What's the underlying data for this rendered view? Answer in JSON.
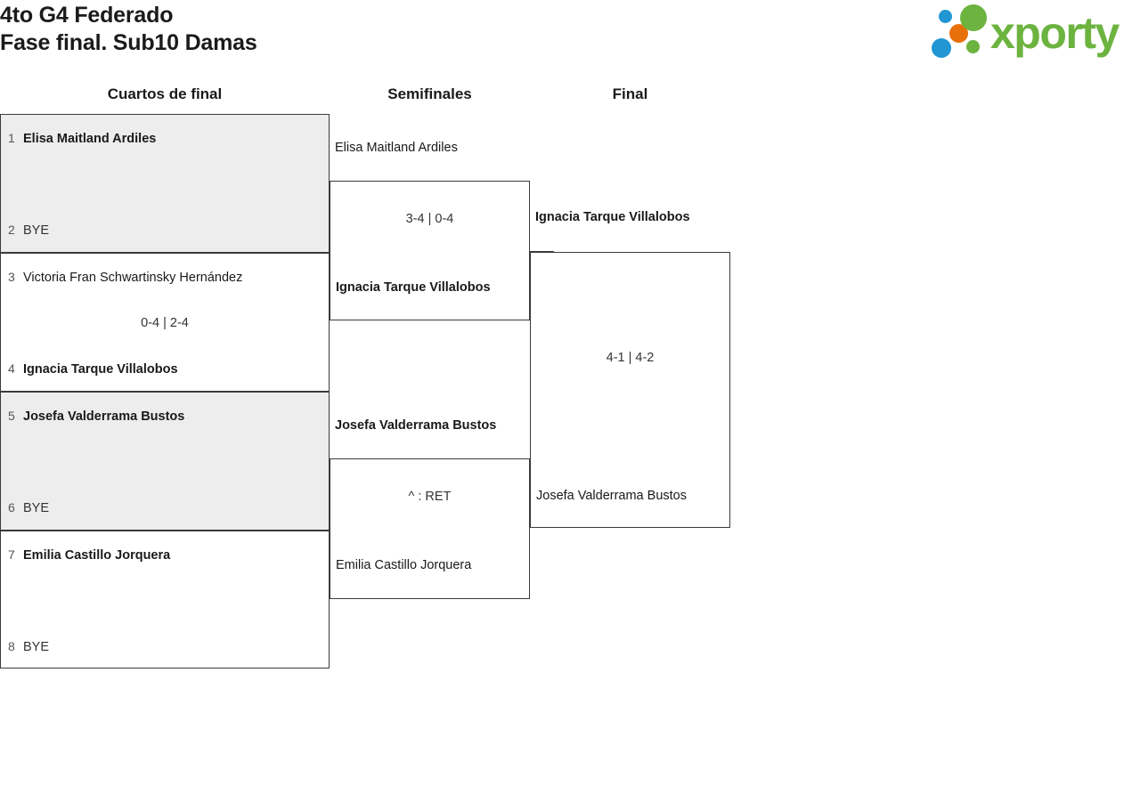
{
  "header": {
    "title_line1": "4to G4 Federado",
    "title_line2": "Fase final. Sub10 Damas",
    "logo_text": "xporty",
    "logo_colors": {
      "green": "#6cb33f",
      "orange": "#e8700a",
      "blue": "#2196d3"
    }
  },
  "columns": [
    {
      "label": "Cuartos de final"
    },
    {
      "label": "Semifinales"
    },
    {
      "label": "Final"
    }
  ],
  "rounds": {
    "quarterfinals": [
      {
        "shaded": true,
        "score": "",
        "players": [
          {
            "seed": "1",
            "name": "Elisa Maitland Ardiles",
            "result": "winner"
          },
          {
            "seed": "2",
            "name": "BYE",
            "result": "bye"
          }
        ]
      },
      {
        "shaded": false,
        "score": "0-4 | 2-4",
        "players": [
          {
            "seed": "3",
            "name": "Victoria Fran Schwartinsky Hernández",
            "result": "loser"
          },
          {
            "seed": "4",
            "name": "Ignacia Tarque Villalobos",
            "result": "winner"
          }
        ]
      },
      {
        "shaded": true,
        "score": "",
        "players": [
          {
            "seed": "5",
            "name": "Josefa Valderrama Bustos",
            "result": "winner"
          },
          {
            "seed": "6",
            "name": "BYE",
            "result": "bye"
          }
        ]
      },
      {
        "shaded": false,
        "score": "",
        "players": [
          {
            "seed": "7",
            "name": "Emilia Castillo Jorquera",
            "result": "winner"
          },
          {
            "seed": "8",
            "name": "BYE",
            "result": "bye"
          }
        ]
      }
    ],
    "semifinals": [
      {
        "score": "3-4 | 0-4",
        "top_name": "Elisa Maitland Ardiles",
        "top_result": "loser",
        "bottom_name": "Ignacia Tarque Villalobos",
        "bottom_result": "winner"
      },
      {
        "score": "^ : RET",
        "top_name": "Josefa Valderrama Bustos",
        "top_result": "winner",
        "bottom_name": "Emilia Castillo Jorquera",
        "bottom_result": "loser"
      }
    ],
    "final": [
      {
        "score": "4-1 | 4-2",
        "top_name": "Ignacia Tarque Villalobos",
        "top_result": "winner",
        "bottom_name": "Josefa Valderrama Bustos",
        "bottom_result": "loser"
      }
    ]
  }
}
